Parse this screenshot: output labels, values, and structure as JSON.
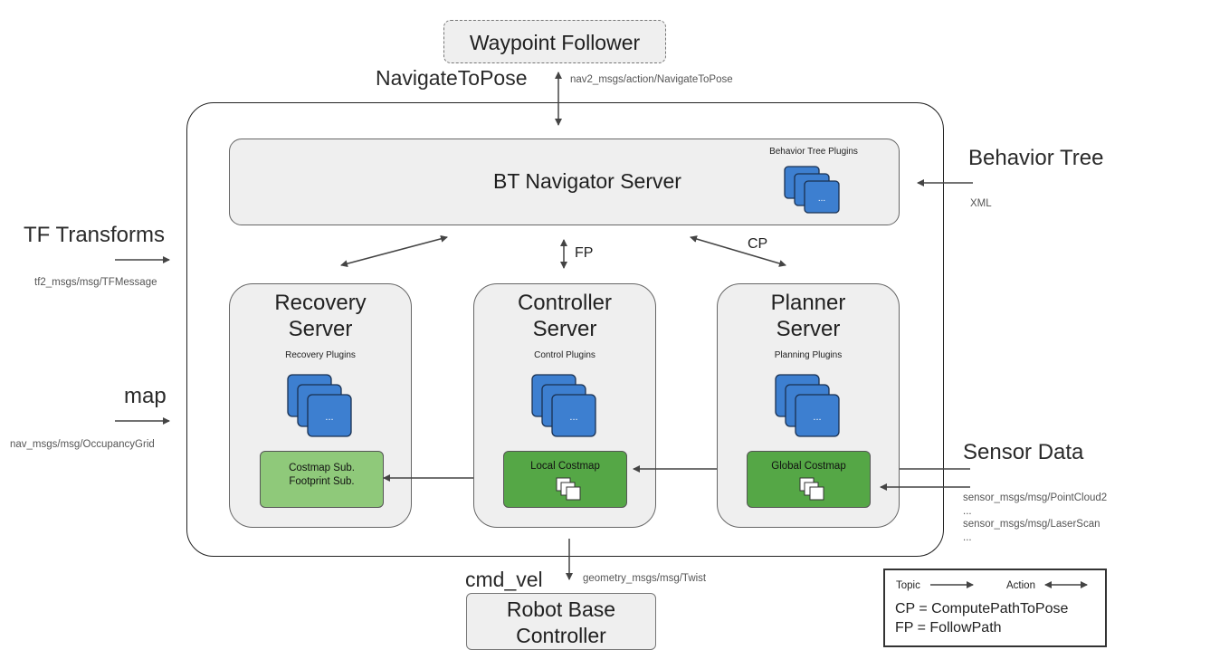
{
  "waypoint_follower": "Waypoint Follower",
  "navigate_to_pose": {
    "label": "NavigateToPose",
    "msg": "nav2_msgs/action/NavigateToPose"
  },
  "bt_navigator": {
    "title": "BT Navigator Server",
    "plugins_label": "Behavior Tree Plugins",
    "plugin_glyph": "..."
  },
  "behavior_tree": {
    "label": "Behavior Tree",
    "msg": "XML"
  },
  "tf": {
    "label": "TF Transforms",
    "msg": "tf2_msgs/msg/TFMessage"
  },
  "map": {
    "label": "map",
    "msg": "nav_msgs/msg/OccupancyGrid"
  },
  "sensor": {
    "label": "Sensor Data",
    "msgs": [
      "sensor_msgs/msg/PointCloud2",
      "...",
      "sensor_msgs/msg/LaserScan",
      "..."
    ]
  },
  "links": {
    "fp": "FP",
    "cp": "CP"
  },
  "servers": {
    "recovery": {
      "title_line1": "Recovery",
      "title_line2": "Server",
      "plugins": "Recovery Plugins",
      "glyph": "...",
      "costmap_line1": "Costmap Sub.",
      "costmap_line2": "Footprint Sub."
    },
    "controller": {
      "title_line1": "Controller",
      "title_line2": "Server",
      "plugins": "Control Plugins",
      "glyph": "...",
      "costmap": "Local Costmap"
    },
    "planner": {
      "title_line1": "Planner",
      "title_line2": "Server",
      "plugins": "Planning Plugins",
      "glyph": "...",
      "costmap": "Global Costmap"
    }
  },
  "cmd_vel": {
    "label": "cmd_vel",
    "msg": "geometry_msgs/msg/Twist"
  },
  "robot_base": {
    "line1": "Robot Base",
    "line2": "Controller"
  },
  "legend": {
    "topic": "Topic",
    "action": "Action",
    "cp": "CP = ComputePathToPose",
    "fp": "FP = FollowPath"
  },
  "colors": {
    "plugin_blue": "#3d7fd0",
    "light_green": "#8fc97a",
    "dark_green": "#55a746",
    "panel_gray": "#efefef"
  }
}
